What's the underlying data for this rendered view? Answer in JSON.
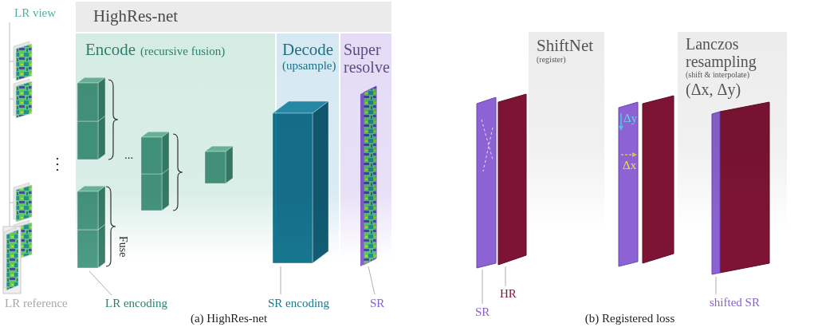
{
  "diagram": {
    "nodes": [
      {
        "text": [
          "HighRes-net"
        ]
      },
      {
        "text": [
          "Encode",
          "(recursive fusion)"
        ],
        "in": 0
      },
      {
        "text": [
          "Decode",
          "(upsample)"
        ],
        "in": 0
      },
      {
        "text": [
          "Super resolve"
        ],
        "in": 0
      },
      {
        "text": [
          "ShiftNet",
          "(register)"
        ]
      },
      {
        "text": [
          "Lanczos resampling",
          "(shift & interpolate)",
          "(Δx, Δy)"
        ]
      }
    ],
    "labels": [
      "LR view",
      "⋮",
      "...",
      "Fuse",
      "LR reference",
      "LR encoding",
      "SR encoding",
      "SR",
      "(a) HighRes-net",
      "SR",
      "HR",
      "Δy",
      "Δx",
      "shifted SR",
      "(b) Registered loss"
    ]
  }
}
